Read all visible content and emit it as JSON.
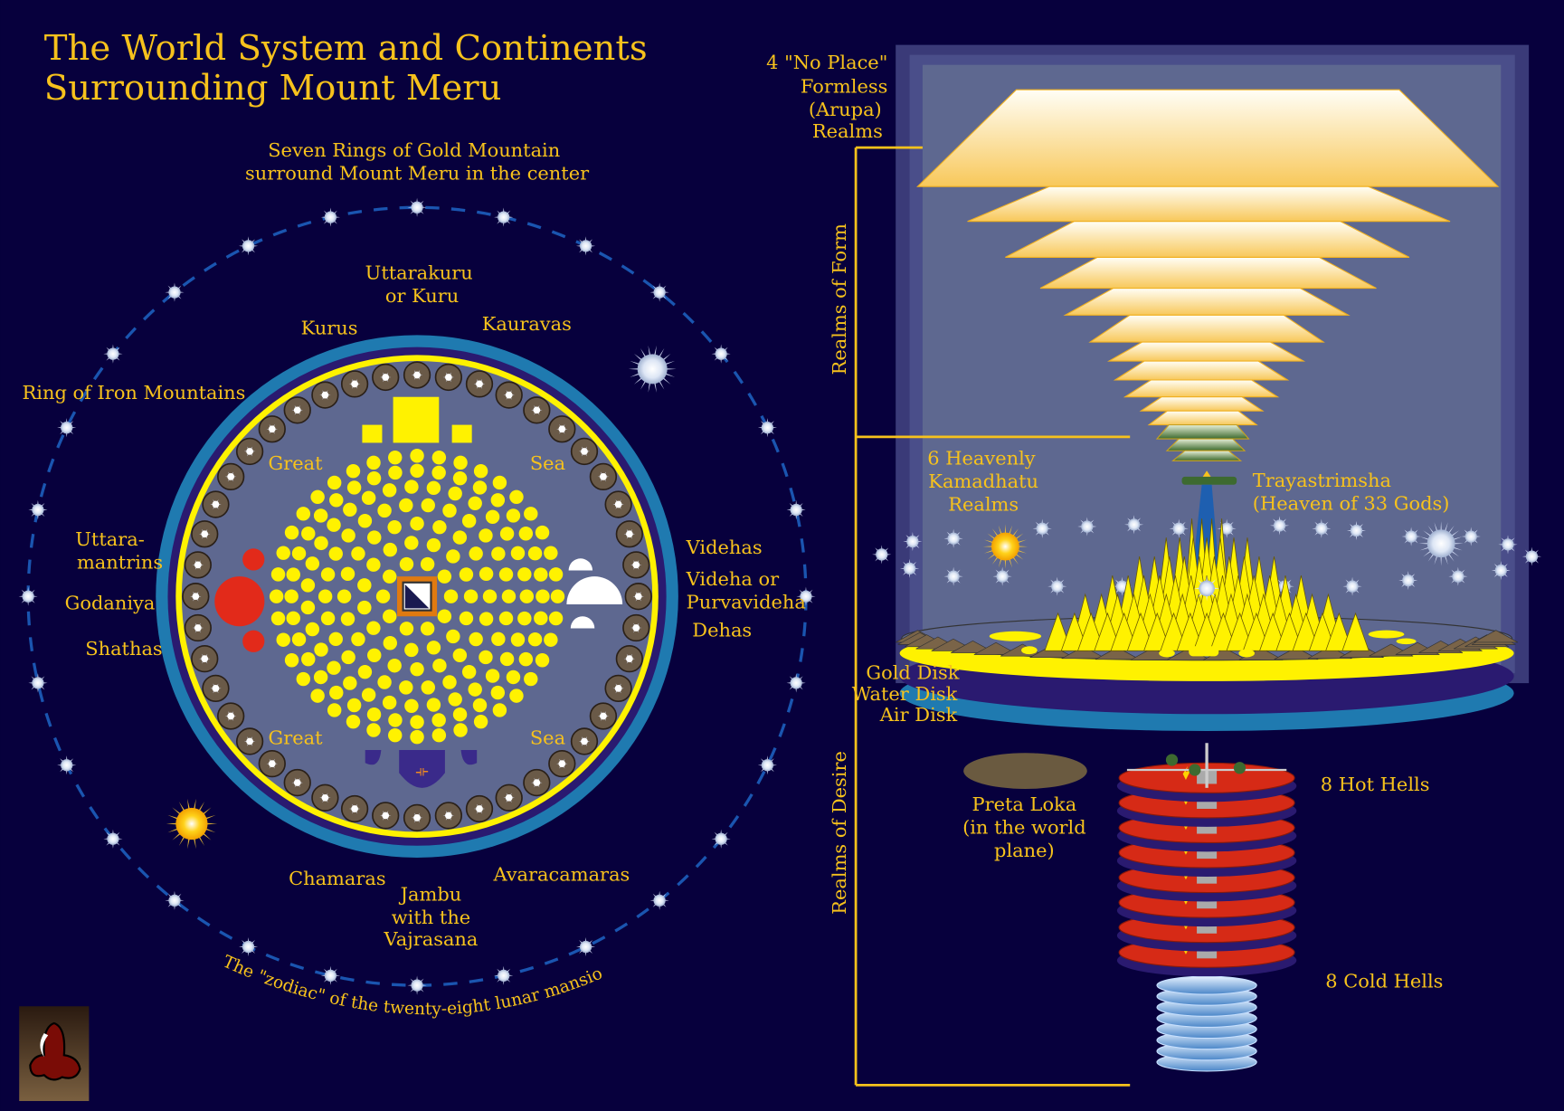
{
  "title": {
    "line1": "The World System and Continents",
    "line2": "Surrounding Mount Meru"
  },
  "left": {
    "seven_rings": {
      "line1": "Seven Rings of Gold Mountain",
      "line2": "surround Mount Meru in the center"
    },
    "north": {
      "uttarakuru": "Uttarakuru",
      "or_kuru": "or Kuru",
      "kurus": "Kurus",
      "kauravas": "Kauravas"
    },
    "iron_ring": "Ring of Iron Mountains",
    "sea": {
      "great_tl": "Great",
      "sea_tr": "Sea",
      "great_bl": "Great",
      "sea_br": "Sea"
    },
    "west": {
      "uttara": "Uttara-",
      "mantrins": "mantrins",
      "godaniya": "Godaniya",
      "shathas": "Shathas"
    },
    "east": {
      "videhas": "Videhas",
      "videha_or": "Videha or",
      "purvavideha": "Purvavideha",
      "dehas": "Dehas"
    },
    "south": {
      "chamaras": "Chamaras",
      "jambu": "Jambu",
      "with_the": "with the",
      "vajrasana": "Vajrasana",
      "avaracamaras": "Avaracamaras"
    },
    "zodiac": "The \"zodiac\" of the twenty-eight lunar mansions"
  },
  "right": {
    "formless": {
      "line1": "4 \"No Place\"",
      "line2": "Formless",
      "line3": "(Arupa)",
      "line4": "Realms"
    },
    "realms_of_form": "Realms of Form",
    "realms_of_desire": "Realms of Desire",
    "kamadhatu": {
      "line1": "6 Heavenly",
      "line2": "Kamadhatu",
      "line3": "Realms"
    },
    "trayastrimsha": {
      "line1": "Trayastrimsha",
      "line2": "(Heaven of 33 Gods)"
    },
    "disks": {
      "gold": "Gold Disk",
      "water": "Water Disk",
      "air": "Air Disk"
    },
    "preta": {
      "line1": "Preta Loka",
      "line2": "(in the world",
      "line3": "plane)"
    },
    "hot_hells": "8 Hot Hells",
    "cold_hells": "8 Cold Hells"
  },
  "colors": {
    "background": "#07003d",
    "text": "#f7c21c",
    "gold": "#fff200",
    "ocean_gray": "#5e6890",
    "blue_ring": "#1f7ab0",
    "hell_red": "#d62a16"
  }
}
